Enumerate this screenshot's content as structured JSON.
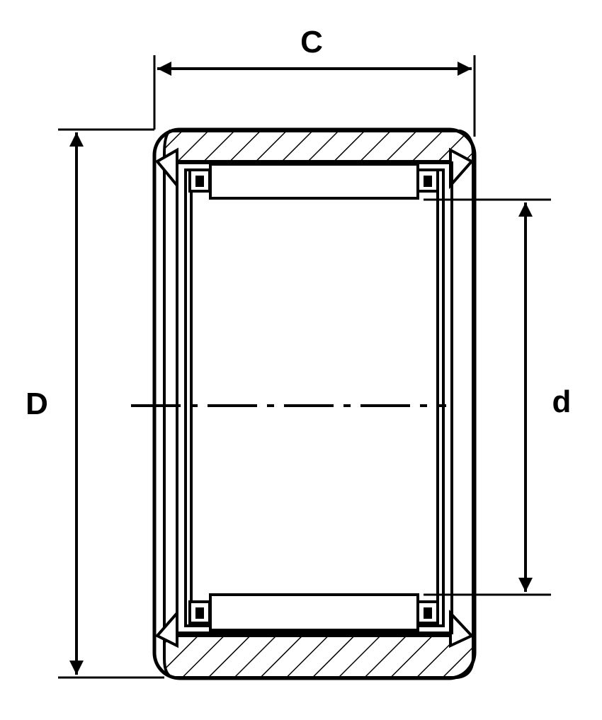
{
  "diagram": {
    "labels": {
      "width": "C",
      "outer_diameter": "D",
      "inner_diameter": "d"
    },
    "colors": {
      "line": "#000000",
      "background": "#ffffff"
    }
  }
}
